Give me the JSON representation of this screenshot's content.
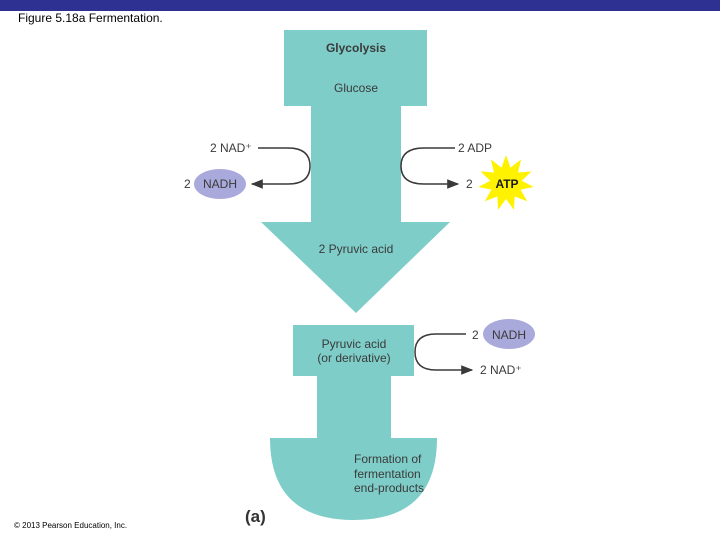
{
  "header": {
    "figure_title": "Figure 5.18a Fermentation."
  },
  "footer": {
    "copyright": "© 2013 Pearson Education, Inc."
  },
  "diagram": {
    "panel_label": "(a)",
    "glycolysis": {
      "title": "Glycolysis",
      "input": "Glucose",
      "output": "2 Pyruvic acid"
    },
    "left_cycle": {
      "in_label": "2 NAD⁺",
      "out_coefficient": "2",
      "out_molecule": "NADH"
    },
    "right_cycle": {
      "in_label": "2 ADP",
      "out_coefficient": "2",
      "out_molecule": "ATP"
    },
    "fermentation": {
      "input_line1": "Pyruvic acid",
      "input_line2": "(or derivative)",
      "reducer_coefficient": "2",
      "reducer_molecule": "NADH",
      "regenerated_label": "2 NAD⁺",
      "end_line1": "Formation of",
      "end_line2": "fermentation",
      "end_line3": "end-products"
    },
    "colors": {
      "flow": "#7ecdc8",
      "nadh_oval": "#a9a9dc",
      "atp_star": "#fff200",
      "arrow": "#3a3a3a",
      "header_bar": "#2e3192"
    }
  }
}
